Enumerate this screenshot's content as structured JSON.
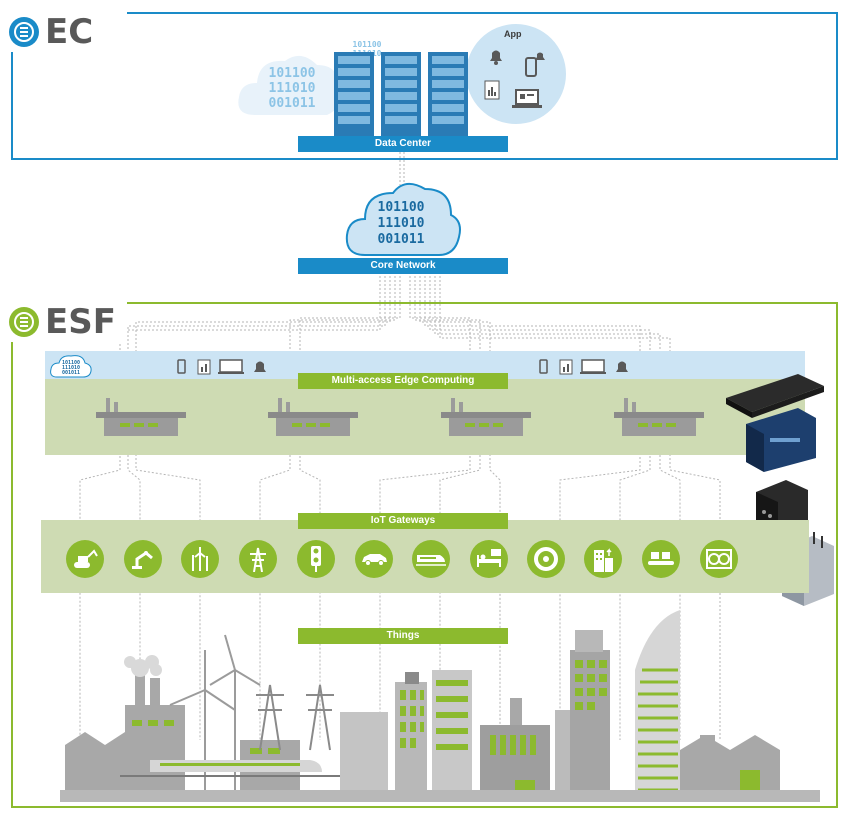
{
  "ec": {
    "logo_text": "EC"
  },
  "esf": {
    "logo_text": "ESF"
  },
  "data_center": {
    "label": "Data Center",
    "app_label": "App",
    "binary_lines": [
      "101100",
      "111010",
      "001011"
    ],
    "small_binary": [
      "101100",
      "111010"
    ]
  },
  "core_network": {
    "label": "Core Network",
    "binary_lines": [
      "101100",
      "111010",
      "001011"
    ]
  },
  "mec": {
    "label": "Multi-access Edge Computing",
    "binary_lines": [
      "101100",
      "111010",
      "001011"
    ]
  },
  "iot": {
    "label": "IoT Gateways",
    "icons": [
      "excavator-icon",
      "robot-arm-icon",
      "wind-turbine-icon",
      "power-pylon-icon",
      "traffic-light-icon",
      "car-icon",
      "train-icon",
      "medical-bed-icon",
      "tire-icon",
      "building-icon",
      "conveyor-icon",
      "cooling-fan-icon"
    ]
  },
  "things": {
    "label": "Things"
  },
  "colors": {
    "blue": "#1a8bc8",
    "green": "#8cba2e",
    "light_green": "#cedbb3",
    "light_blue": "#cce4f4",
    "gray": "#9b9b9b"
  }
}
